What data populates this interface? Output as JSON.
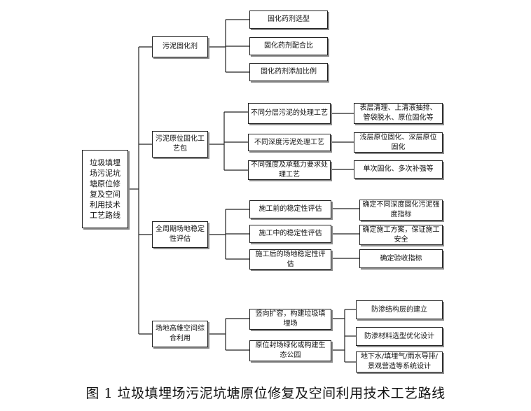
{
  "root": "垃圾填埋场污泥坑塘原位修复及空间利用技术工艺路线",
  "branches": [
    {
      "label": "污泥固化剂",
      "children": [
        "固化药剂选型",
        "固化药剂配合比",
        "固化药剂添加比例"
      ]
    },
    {
      "label": "污泥原位固化工艺包",
      "children": [
        "不同分层污泥的处理工艺",
        "不同深度污泥处理工艺",
        "不同强度及承载力要求处理工艺"
      ],
      "outcomes": [
        "表层清理、上清液抽排、管袋脱水、原位固化等",
        "浅层原位固化、深层原位固化",
        "单次固化、多次补强等"
      ]
    },
    {
      "label": "全周期场地稳定性评估",
      "children": [
        "施工前的稳定性评估",
        "施工中的稳定性评估",
        "施工后的场地稳定性评估"
      ],
      "outcomes": [
        "确定不同深度固化污泥强度指标",
        "确定施工方案，保证施工安全",
        "确定验收指标"
      ]
    },
    {
      "label": "场地高維空间综合利用",
      "children": [
        "竖向扩容，构建垃圾填埋场",
        "原位封场绿化或构建生态公园"
      ],
      "outcomes": [
        "防渗结构层的建立",
        "防渗材料选型优化设计",
        "地下水/填埋气/雨水导排/景观营造等系统设计"
      ]
    }
  ],
  "caption": "图 1  垃圾填埋场污泥坑塘原位修复及空间利用技术工艺路线"
}
